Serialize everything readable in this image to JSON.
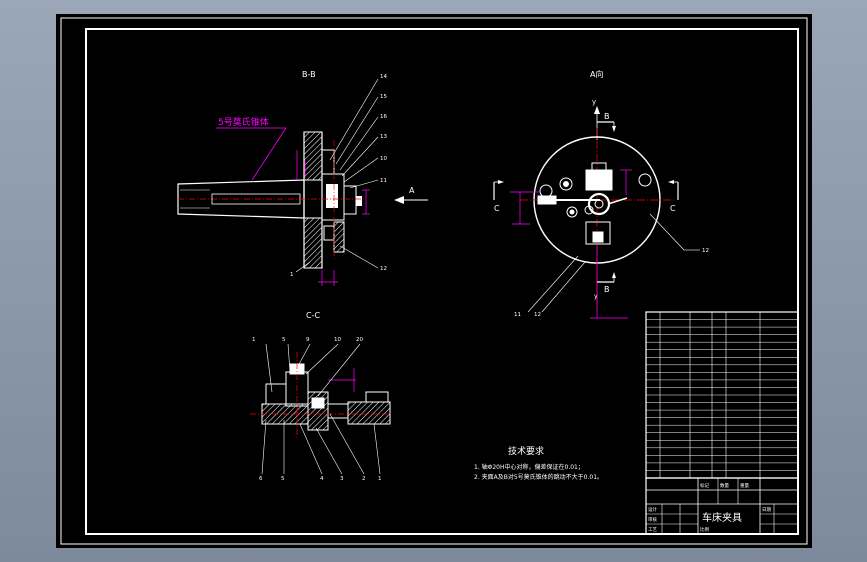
{
  "colors": {
    "backdrop_top": "#9aa7b8",
    "backdrop_bottom": "#7d8a9c",
    "paper": "#000000",
    "line": "#ffffff",
    "accent": "#ff00ff",
    "center": "#ff0000"
  },
  "views": {
    "bb": {
      "title": "B-B",
      "material_note": "5号莫氏锥体",
      "arrow_label": "A",
      "callouts": [
        "14",
        "15",
        "16",
        "13",
        "10",
        "11",
        "12",
        "1"
      ]
    },
    "a": {
      "title": "A向",
      "axis_y": "y",
      "section_c_left": "C",
      "section_c_right": "C",
      "section_b_top": "B",
      "section_b_bottom": "B",
      "callouts": [
        "12",
        "11",
        "12"
      ]
    },
    "cc": {
      "title": "C-C",
      "callouts_top": [
        "1",
        "5",
        "9",
        "10",
        "20"
      ],
      "callouts_bottom": [
        "6",
        "5",
        "4",
        "3",
        "2",
        "1"
      ]
    }
  },
  "tech_req": {
    "heading": "技术要求",
    "lines": [
      "1. 轴Φ20H中心对称，偏差保证在0.01；",
      "2. 夹面A及B对5号莫氏锥体的跳动不大于0.01。"
    ]
  },
  "title_block": {
    "title": "车床夹具",
    "cells": [
      "标记",
      "数量",
      "重量",
      "比例",
      "设计",
      "审核",
      "工艺",
      "日期"
    ]
  }
}
